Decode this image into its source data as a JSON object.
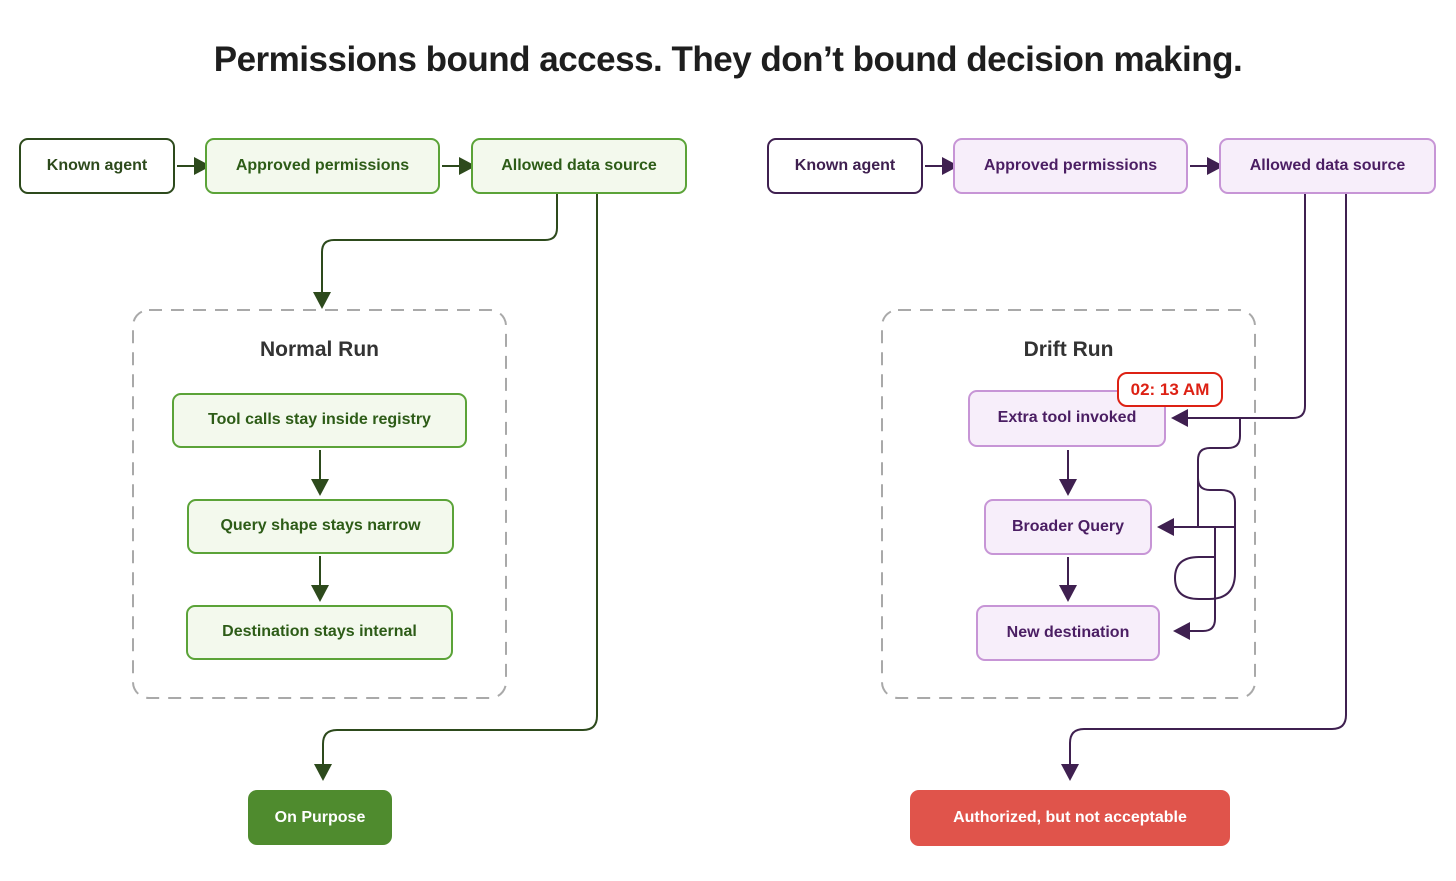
{
  "title": "Permissions bound access. They don’t bound decision making.",
  "colors": {
    "green_dark": "#2d4a1c",
    "green_border": "#5ba338",
    "green_fill": "#f3f9ed",
    "green_button": "#4f8b2e",
    "purple_dark": "#3f2050",
    "purple_border": "#c795d6",
    "purple_fill": "#f7eefa",
    "red_badge": "#dd2114",
    "red_button": "#e0544b",
    "dash_gray": "#a9a9a9"
  },
  "left_flow": {
    "nodes": {
      "known_agent": "Known agent",
      "approved_permissions": "Approved permissions",
      "allowed_data_source": "Allowed data source"
    },
    "run_box": {
      "title": "Normal Run",
      "steps": [
        "Tool calls stay inside registry",
        "Query shape stays narrow",
        "Destination stays internal"
      ]
    },
    "outcome": {
      "label": "On Purpose"
    }
  },
  "right_flow": {
    "nodes": {
      "known_agent": "Known agent",
      "approved_permissions": "Approved permissions",
      "allowed_data_source": "Allowed data source"
    },
    "run_box": {
      "title": "Drift Run",
      "steps": [
        "Extra tool invoked",
        "Broader Query",
        "New destination"
      ],
      "timestamp_badge": "02: 13 AM"
    },
    "outcome": {
      "label": "Authorized, but not acceptable"
    }
  }
}
